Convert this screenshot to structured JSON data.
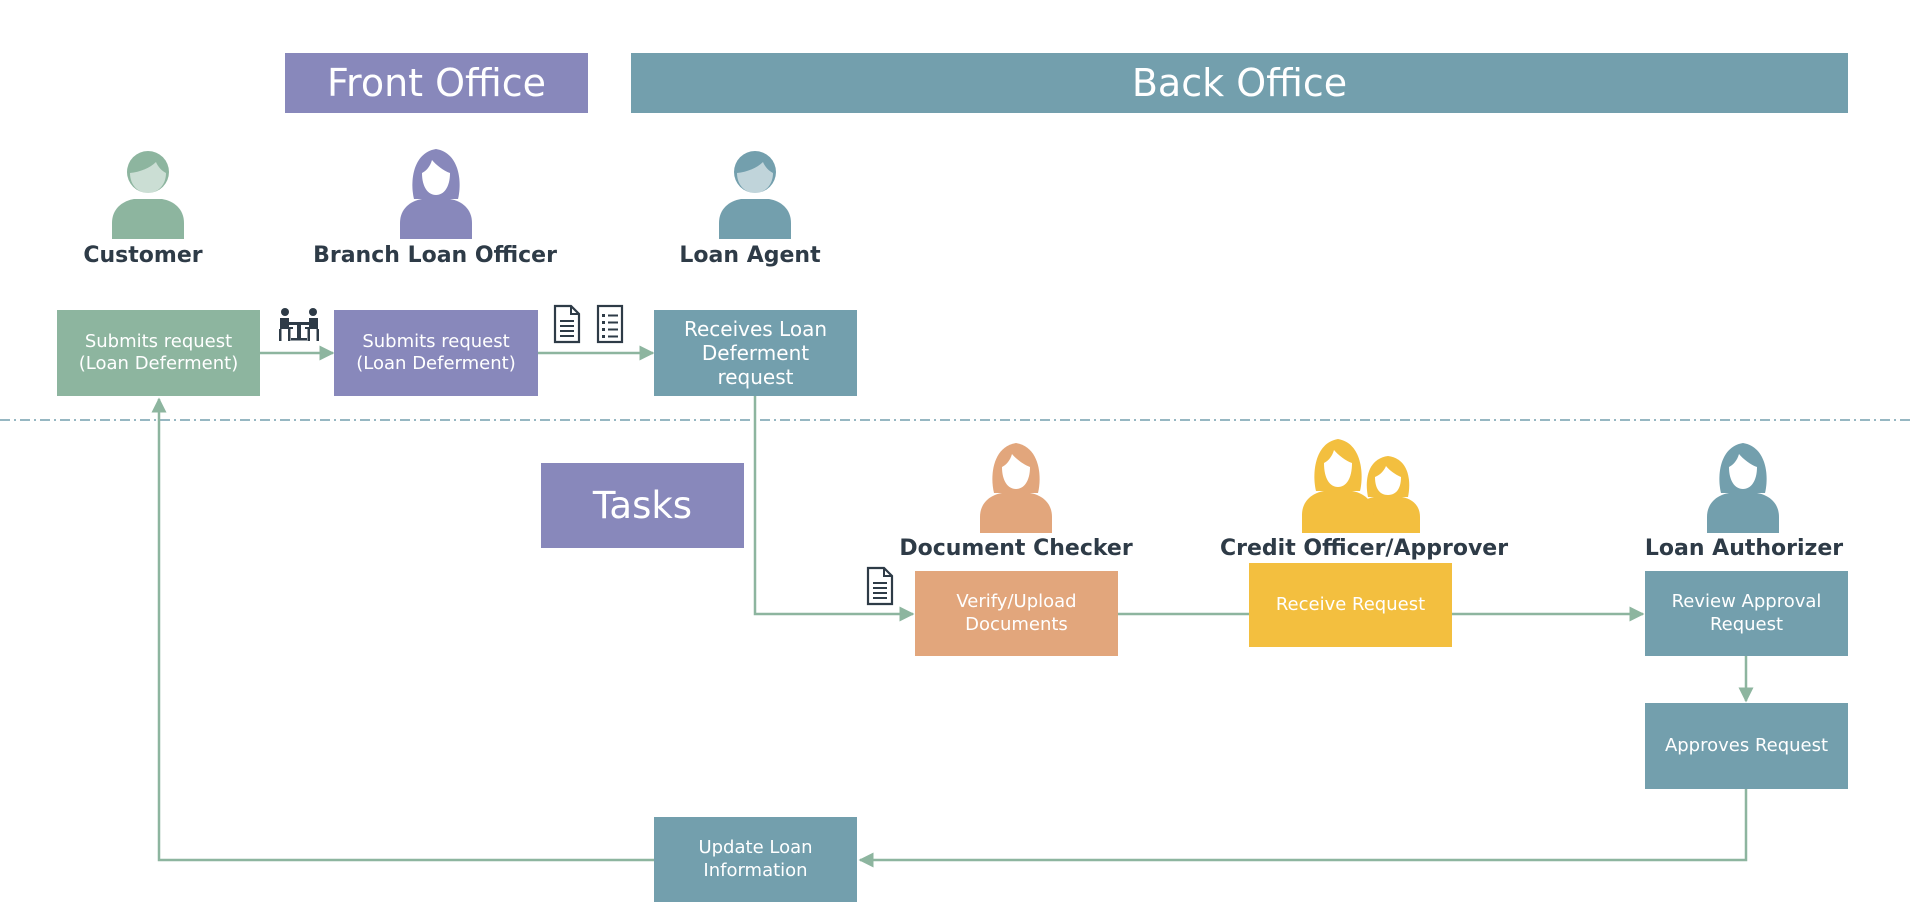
{
  "banners": {
    "front_office": "Front Office",
    "back_office": "Back Office",
    "tasks": "Tasks"
  },
  "roles": {
    "customer": "Customer",
    "branch_loan_officer": "Branch Loan Officer",
    "loan_agent": "Loan Agent",
    "document_checker": "Document Checker",
    "credit_officer": "Credit Officer/Approver",
    "loan_authorizer": "Loan Authorizer"
  },
  "steps": {
    "customer_submit": "Submits request\n(Loan Deferment)",
    "officer_submit": "Submits request\n(Loan Deferment)",
    "agent_receive": "Receives Loan\nDeferment\nrequest",
    "verify_docs": "Verify/Upload\nDocuments",
    "receive_request": "Receive Request",
    "review_approval": "Review Approval\nRequest",
    "approves_request": "Approves Request",
    "update_loan": "Update Loan\nInformation"
  },
  "icons": {
    "meeting": "meeting-people-icon",
    "document": "document-icon",
    "checklist": "checklist-icon",
    "person": "person-icon"
  },
  "colors": {
    "purple": "#8888bb",
    "teal": "#739fad",
    "green": "#8db59f",
    "orange": "#e2a67c",
    "yellow": "#f3bf3f",
    "arrow": "#8db59f",
    "text_dark": "#2e3b47"
  }
}
